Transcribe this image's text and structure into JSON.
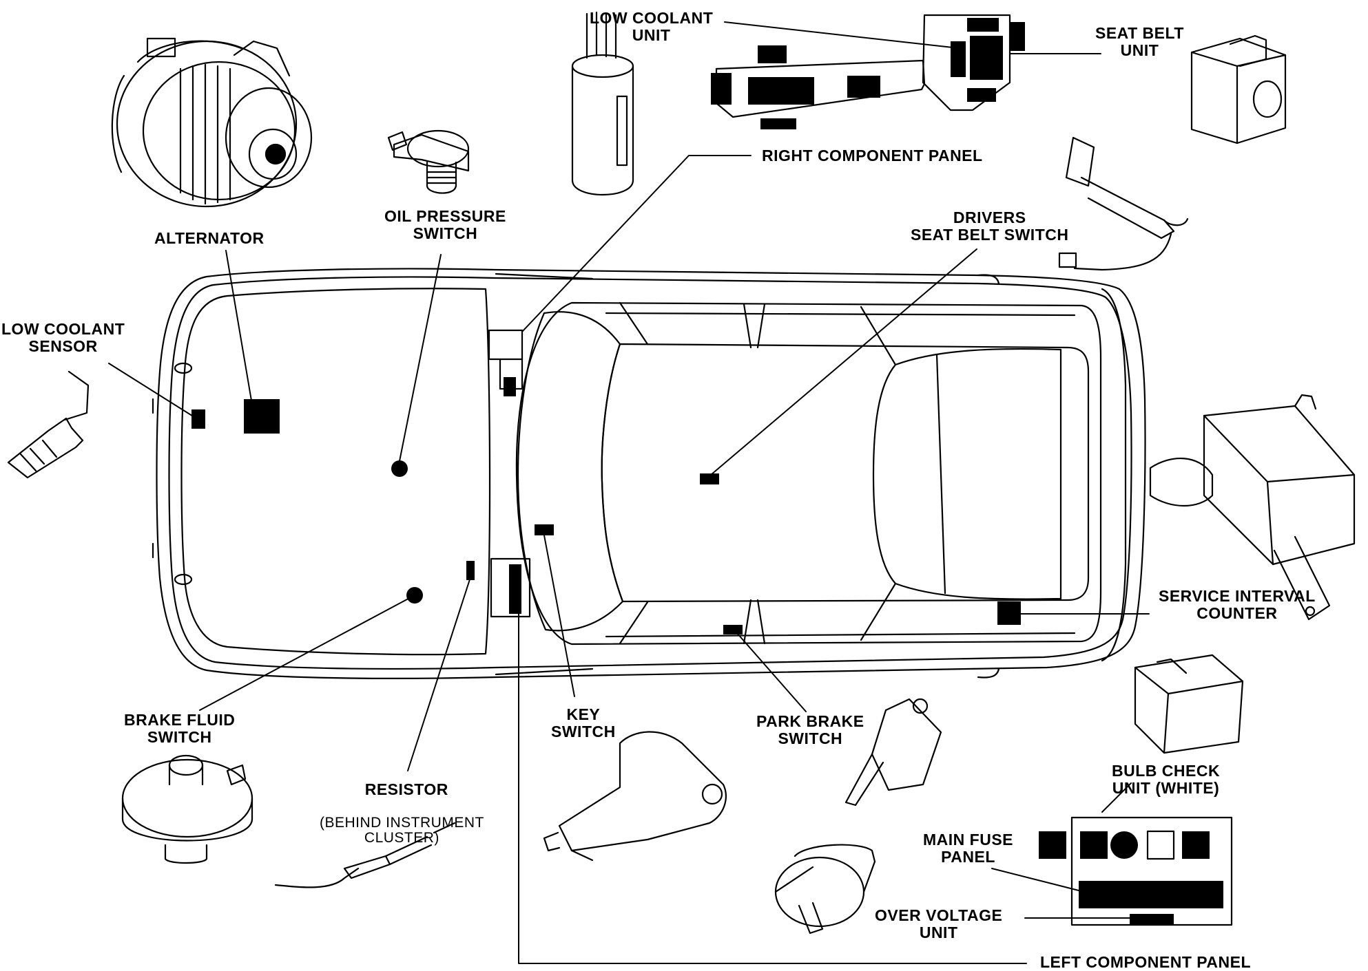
{
  "colors": {
    "ink": "#000000",
    "paper": "#ffffff"
  },
  "labels": {
    "low_coolant_unit": "LOW COOLANT\nUNIT",
    "seat_belt_unit": "SEAT BELT\nUNIT",
    "right_component_panel": "RIGHT COMPONENT PANEL",
    "oil_pressure_switch": "OIL PRESSURE\nSWITCH",
    "alternator": "ALTERNATOR",
    "drivers_seat_belt_switch": "DRIVERS\nSEAT BELT SWITCH",
    "low_coolant_sensor": "LOW COOLANT\nSENSOR",
    "service_interval_counter": "SERVICE INTERVAL\nCOUNTER",
    "brake_fluid_switch": "BRAKE FLUID\nSWITCH",
    "resistor": "RESISTOR",
    "resistor_note": "(BEHIND INSTRUMENT\nCLUSTER)",
    "key_switch": "KEY\nSWITCH",
    "park_brake_switch": "PARK BRAKE\nSWITCH",
    "bulb_check_unit": "BULB CHECK\nUNIT (WHITE)",
    "main_fuse_panel": "MAIN FUSE\nPANEL",
    "over_voltage_unit": "OVER VOLTAGE\nUNIT",
    "left_component_panel": "LEFT COMPONENT PANEL"
  },
  "icons": [
    "alternator-icon",
    "low-coolant-unit-icon",
    "oil-pressure-switch-icon",
    "seat-belt-unit-icon",
    "seat-belt-switch-icon",
    "low-coolant-sensor-icon",
    "service-interval-counter-icon",
    "brake-fluid-switch-icon",
    "resistor-icon",
    "key-switch-icon",
    "park-brake-switch-icon",
    "relay-icon",
    "flasher-unit-icon"
  ]
}
